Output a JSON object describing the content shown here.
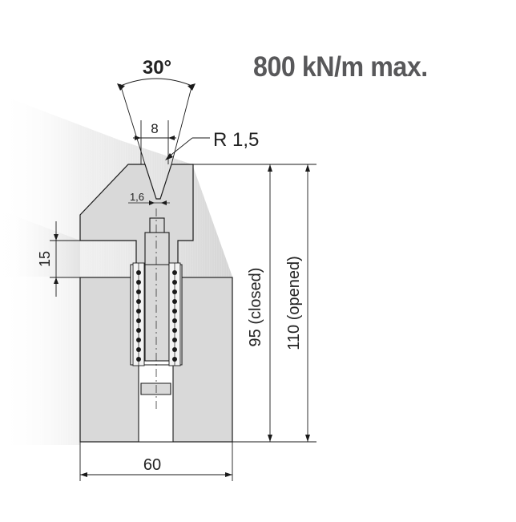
{
  "title": "800 kN/m max.",
  "dimensions": {
    "angle": "30°",
    "opening": "8",
    "radius": "R 1,5",
    "tip_width": "1,6",
    "step_height": "15",
    "height_closed": "95 (closed)",
    "height_opened": "110 (opened)",
    "base_width": "60"
  },
  "colors": {
    "body_fill": "#d9d9d9",
    "outline": "#1a1a1a",
    "title": "#58585a"
  }
}
